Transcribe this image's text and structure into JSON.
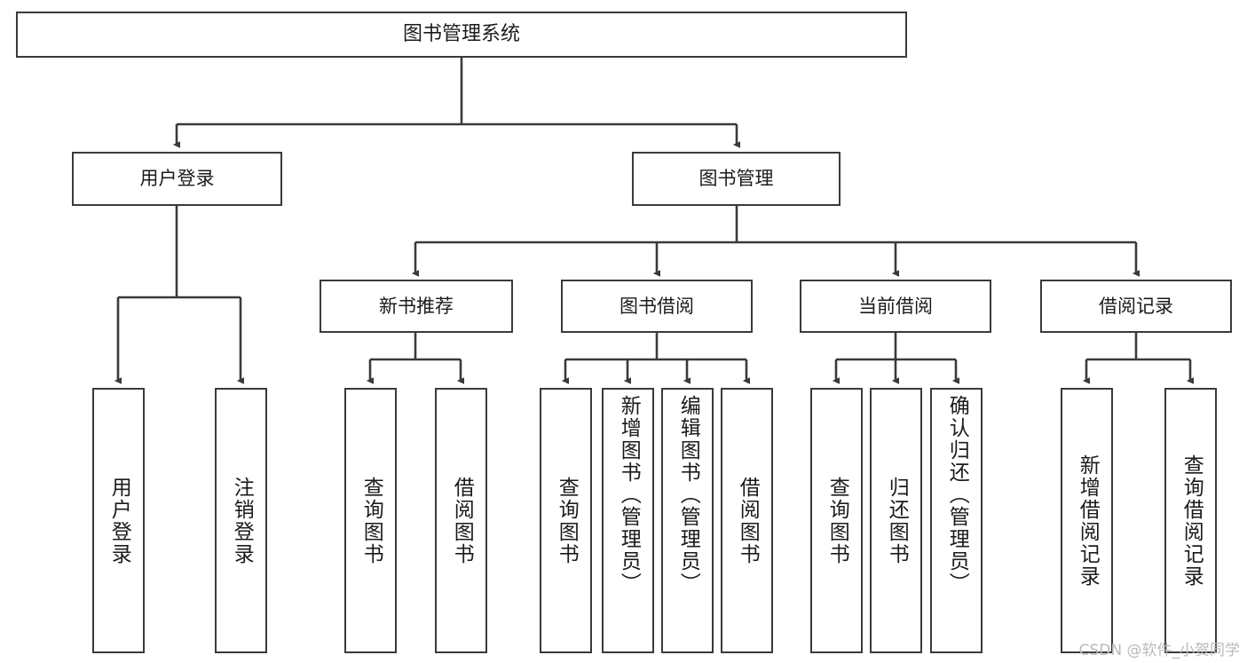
{
  "diagram": {
    "title": "图书管理系统",
    "type": "tree-hierarchy-chart",
    "colors": {
      "box_border": "#3a3a3a",
      "box_fill": "#ffffff",
      "edge": "#3a3a3a",
      "text": "#1b1b1b",
      "watermark": "#b9b9b9",
      "background": "#ffffff"
    },
    "watermark": "CSDN @软件_小贺同学",
    "root": {
      "label": "图书管理系统"
    },
    "level2": [
      {
        "id": "user-login",
        "label": "用户登录"
      },
      {
        "id": "book-management",
        "label": "图书管理"
      }
    ],
    "level3": [
      {
        "id": "new-book-recommend",
        "label": "新书推荐",
        "parent": "book-management"
      },
      {
        "id": "book-borrow",
        "label": "图书借阅",
        "parent": "book-management"
      },
      {
        "id": "current-borrow",
        "label": "当前借阅",
        "parent": "book-management"
      },
      {
        "id": "borrow-record",
        "label": "借阅记录",
        "parent": "book-management"
      }
    ],
    "leaves": [
      {
        "id": "leaf-user-login",
        "label": "用户登录",
        "parent": "user-login"
      },
      {
        "id": "leaf-logout",
        "label": "注销登录",
        "parent": "user-login"
      },
      {
        "id": "leaf-query-book-1",
        "label": "查询图书",
        "parent": "new-book-recommend"
      },
      {
        "id": "leaf-borrow-book-1",
        "label": "借阅图书",
        "parent": "new-book-recommend"
      },
      {
        "id": "leaf-query-book-2",
        "label": "查询图书",
        "parent": "book-borrow"
      },
      {
        "id": "leaf-add-book",
        "label": "新增图书（管理员）",
        "parent": "book-borrow"
      },
      {
        "id": "leaf-edit-book",
        "label": "编辑图书（管理员）",
        "parent": "book-borrow"
      },
      {
        "id": "leaf-borrow-book-2",
        "label": "借阅图书",
        "parent": "book-borrow"
      },
      {
        "id": "leaf-query-book-3",
        "label": "查询图书",
        "parent": "current-borrow"
      },
      {
        "id": "leaf-return-book",
        "label": "归还图书",
        "parent": "current-borrow"
      },
      {
        "id": "leaf-confirm-return",
        "label": "确认归还（管理员）",
        "parent": "current-borrow"
      },
      {
        "id": "leaf-add-record",
        "label": "新增借阅记录",
        "parent": "borrow-record"
      },
      {
        "id": "leaf-query-record",
        "label": "查询借阅记录",
        "parent": "borrow-record"
      }
    ]
  }
}
